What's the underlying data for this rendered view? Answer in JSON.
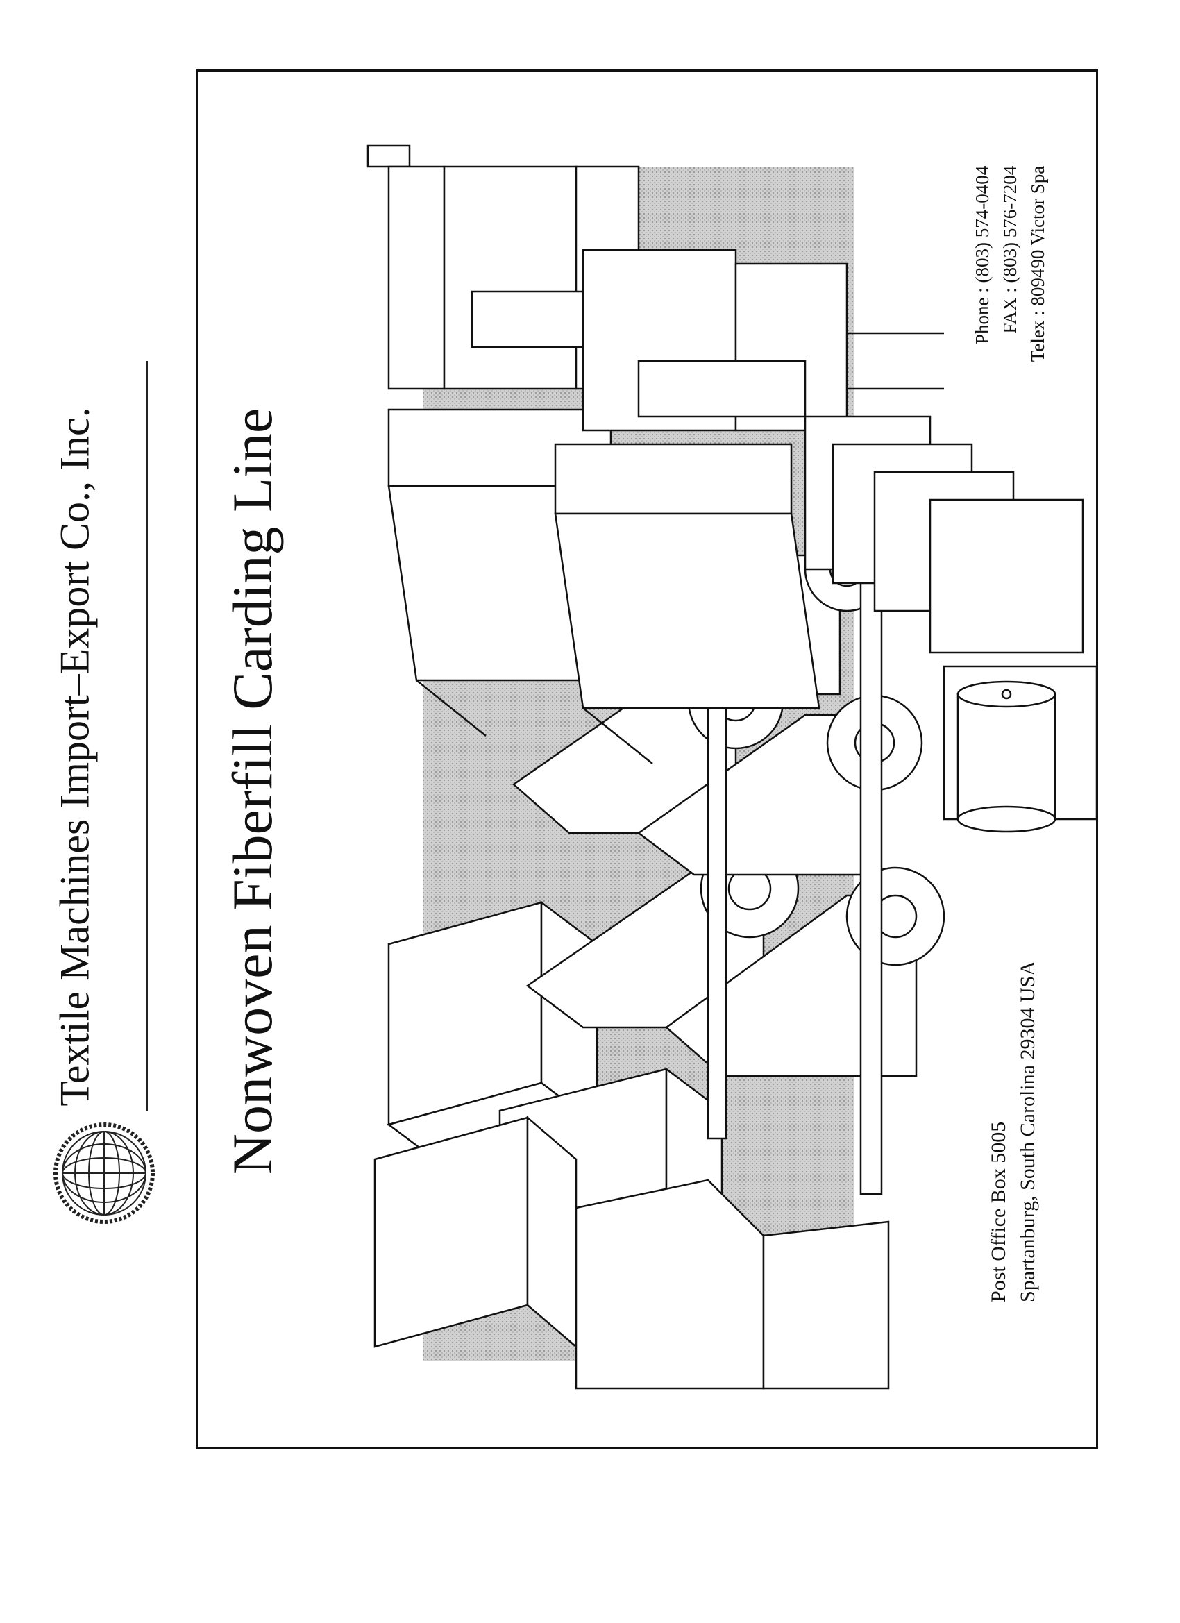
{
  "header": {
    "company_name": "Textile Machines Import–Export Co., Inc."
  },
  "title": "Nonwoven Fiberfill Carding Line",
  "contact": {
    "phone": "Phone : (803) 574-0404",
    "fax": "FAX : (803) 576-7204",
    "telex": "Telex : 809490 Victor Spa"
  },
  "address": {
    "line1": "Post Office Box 5005",
    "line2": "Spartanburg, South Carolina  29304  USA"
  },
  "icons": {
    "logo": "globe-gear-logo-icon",
    "illustration": "carding-line-illustration"
  }
}
